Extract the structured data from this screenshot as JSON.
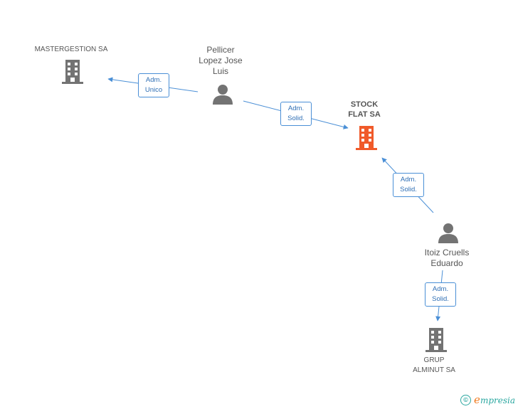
{
  "diagram": {
    "nodes": {
      "mastergestion": {
        "label": "MASTERGESTION SA",
        "type": "company",
        "color": "#737373"
      },
      "pellicer": {
        "label": "Pellicer\nLopez Jose\nLuis",
        "type": "person",
        "color": "#737373"
      },
      "stock_flat": {
        "label": "STOCK\nFLAT SA",
        "type": "company",
        "color": "#f05a2a"
      },
      "itoiz": {
        "label": "Itoiz Cruells\nEduardo",
        "type": "person",
        "color": "#737373"
      },
      "grup_alminut": {
        "label": "GRUP\nALMINUT SA",
        "type": "company",
        "color": "#737373"
      }
    },
    "edges": [
      {
        "from": "pellicer",
        "to": "mastergestion",
        "label": "Adm.\nUnico"
      },
      {
        "from": "pellicer",
        "to": "stock_flat",
        "label": "Adm.\nSolid."
      },
      {
        "from": "itoiz",
        "to": "stock_flat",
        "label": "Adm.\nSolid."
      },
      {
        "from": "itoiz",
        "to": "grup_alminut",
        "label": "Adm.\nSolid."
      }
    ],
    "edge_color": "#4a8fd6"
  },
  "footer": {
    "copyright_symbol": "©",
    "brand_first": "e",
    "brand_rest": "mpresia"
  }
}
